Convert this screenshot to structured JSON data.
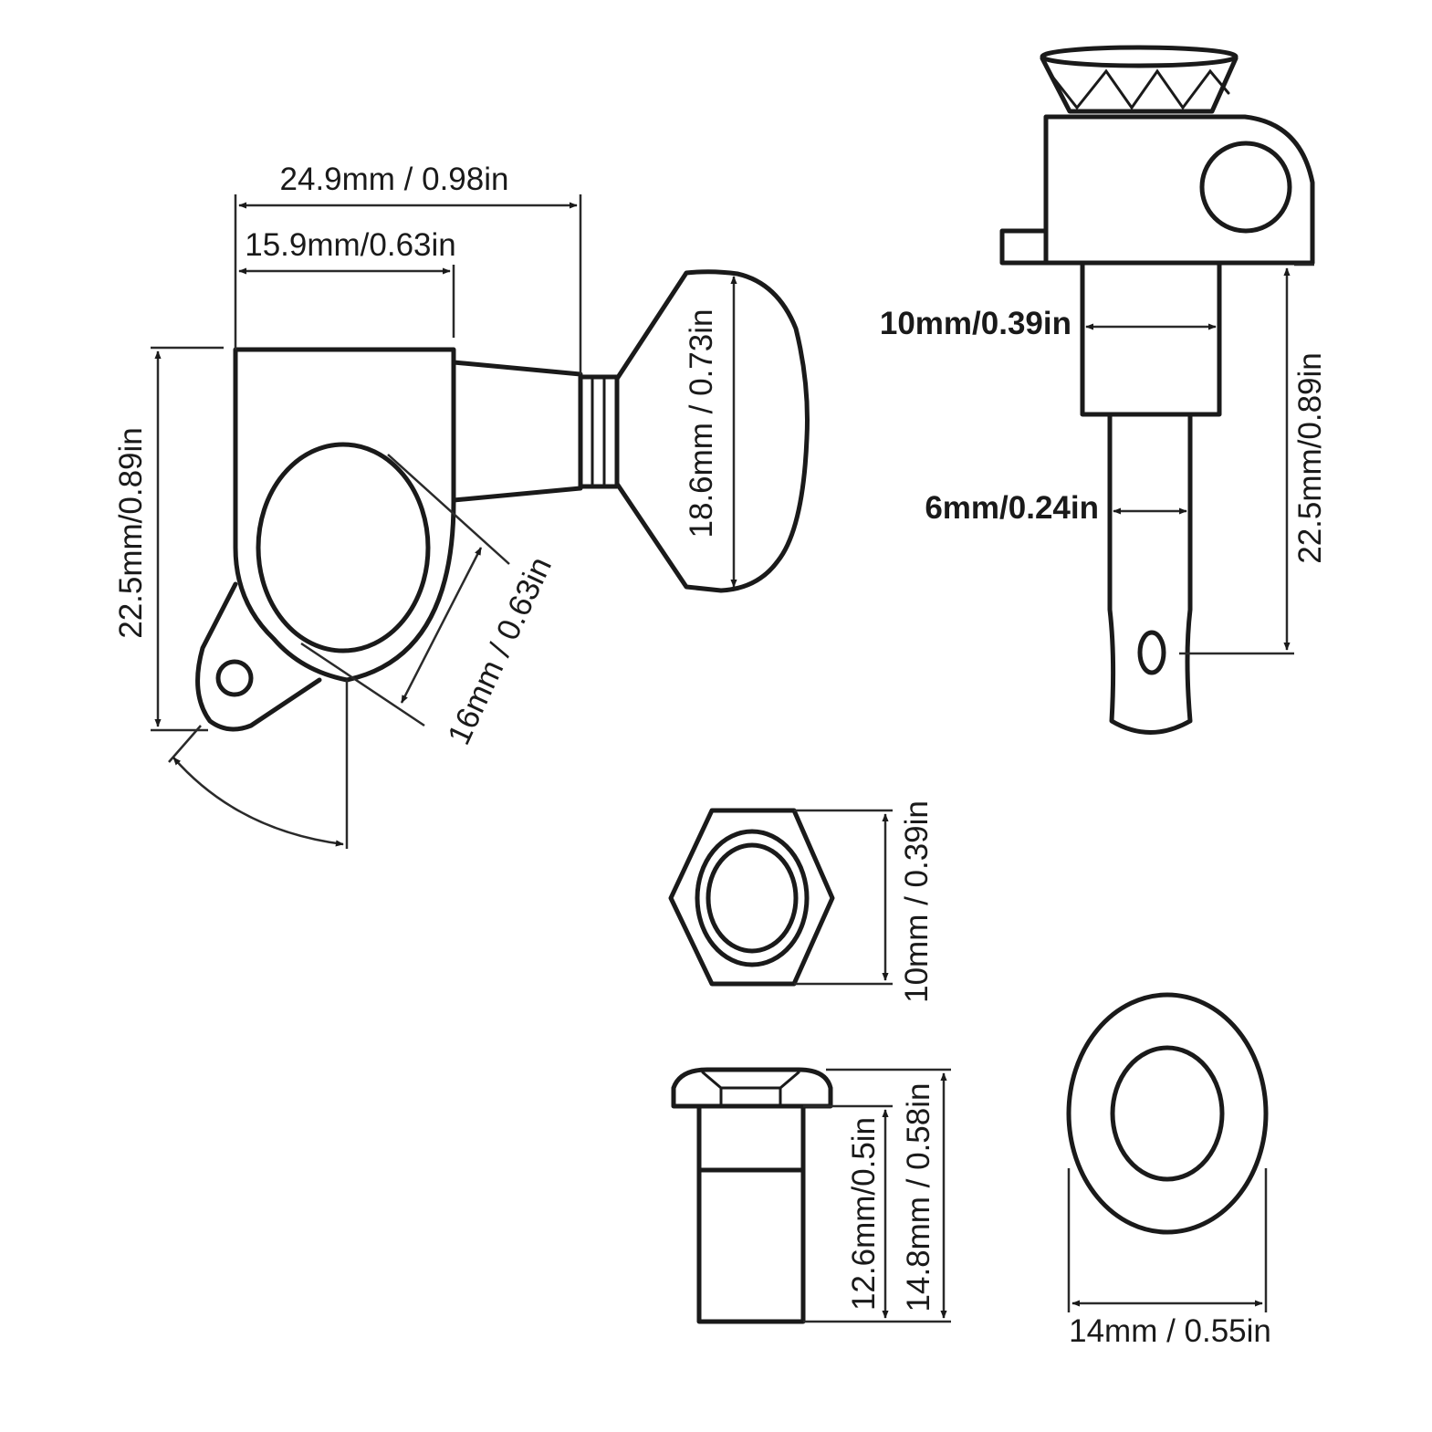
{
  "labels": {
    "tuner_total_width": "24.9mm / 0.98in",
    "tuner_body_width": "15.9mm/0.63in",
    "tuner_body_height": "22.5mm/0.89in",
    "button_height": "18.6mm / 0.73in",
    "gear_diameter": "16mm / 0.63in",
    "post_base_diameter": "10mm/0.39in",
    "post_diameter": "6mm/0.24in",
    "post_height": "22.5mm/0.89in",
    "hex_nut_size": "10mm / 0.39in",
    "bushing_shaft_height": "12.6mm/0.5in",
    "bushing_total_height": "14.8mm / 0.58in",
    "washer_diameter": "14mm / 0.55in"
  },
  "colors": {
    "line": "#1a1a1a",
    "background": "#ffffff"
  }
}
